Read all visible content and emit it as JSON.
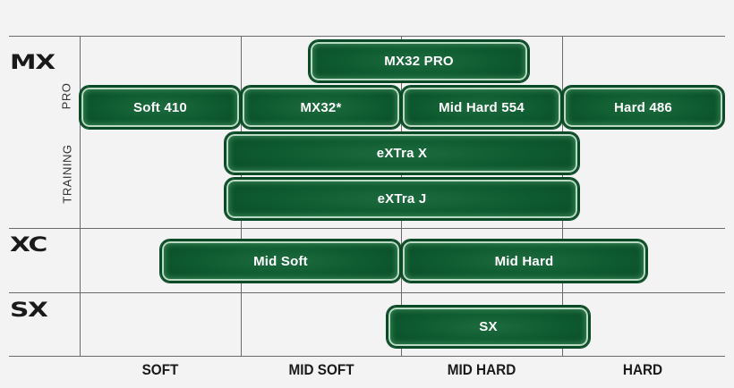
{
  "categories": {
    "mx": "MX",
    "xc": "XC",
    "sx": "SX"
  },
  "subcategories": {
    "pro": "PRO",
    "training": "TRAINING"
  },
  "columns": [
    "SOFT",
    "MID SOFT",
    "MID HARD",
    "HARD"
  ],
  "products": {
    "mx32_pro": "MX32 PRO",
    "soft_410": "Soft 410",
    "mx32": "MX32*",
    "mid_hard_554": "Mid Hard 554",
    "hard_486": "Hard 486",
    "extra_x": "eXTra X",
    "extra_j": "eXTra J",
    "xc_mid_soft": "Mid Soft",
    "xc_mid_hard": "Mid Hard",
    "sx": "SX"
  },
  "colors": {
    "bar_fill": "#0e5a30",
    "bar_highlight": "#b9d9c2",
    "grid_line": "#6a6a6a",
    "background": "#f3f3f3"
  }
}
